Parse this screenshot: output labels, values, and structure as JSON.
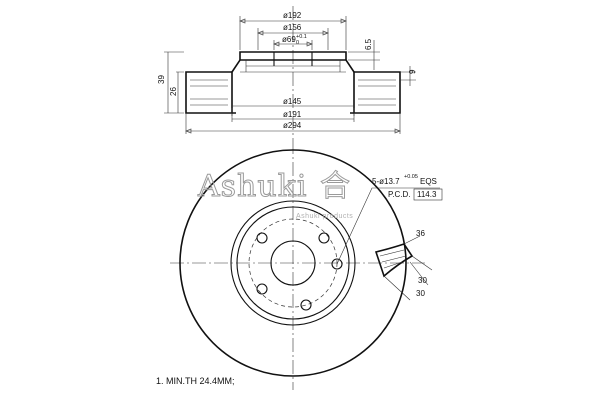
{
  "section_view": {
    "dia_outer_top": "ø192",
    "dia_156": "ø156",
    "dia_69": "ø69",
    "dia_69_tol_upper": "+0.1",
    "dia_69_tol_lower": "0",
    "hat_depth": "6.5",
    "rotor_thickness": "26",
    "overall_height": "39",
    "pad_thickness": "9",
    "dia_145": "ø145",
    "dia_191": "ø191",
    "dia_294": "ø294"
  },
  "front_view": {
    "bolt_holes_main": "5-ø13.7",
    "bolt_holes_tol": "+0.05",
    "bolt_holes_suffix": " EQS",
    "pcd_label": "P.C.D.",
    "pcd_value": "114.3",
    "vane_dim": "36",
    "vane_30_a": "30",
    "vane_30_b": "30"
  },
  "watermark": {
    "brand": "Ashuki",
    "tagline": "Ashuki products"
  },
  "notes": {
    "min_thickness": "1. MIN.TH 24.4MM;"
  }
}
